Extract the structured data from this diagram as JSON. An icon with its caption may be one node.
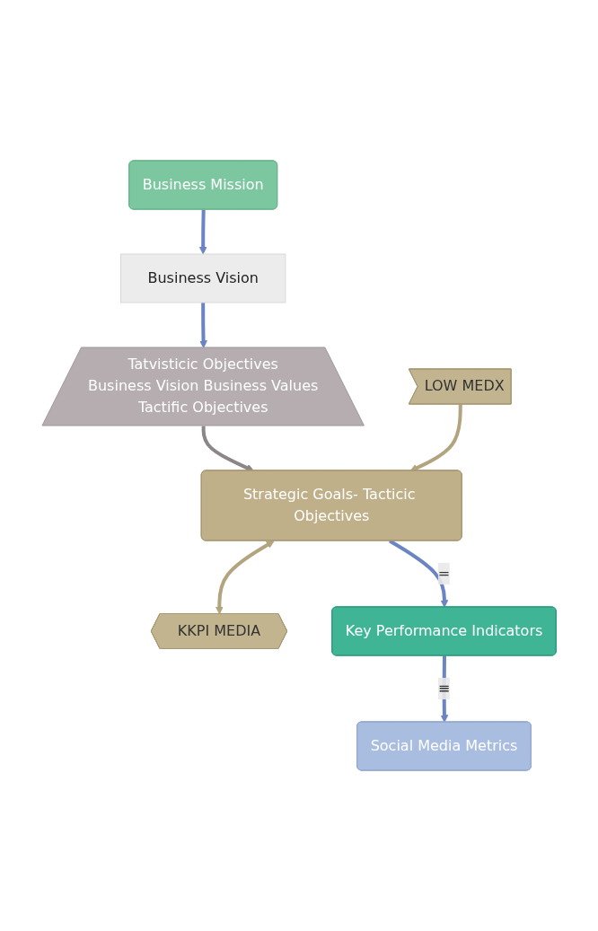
{
  "diagram": {
    "nodes": [
      {
        "text": [
          "Business Mission"
        ]
      },
      {
        "text": [
          "Business Vision"
        ]
      },
      {
        "text": [
          "Tatvisticic Objectives",
          "Business Vision Business Values",
          "Tactific Objectives"
        ]
      },
      {
        "text": [
          "Strategic Goals- Tacticic Objectives"
        ]
      },
      {
        "text": [
          "LOW MEDX"
        ]
      },
      {
        "text": [
          "KKPI MEDIA"
        ]
      },
      {
        "text": [
          "Key Performance Indicators"
        ]
      },
      {
        "text": [
          "Social Media Metrics"
        ]
      }
    ],
    "edges": [
      {
        "from": 0,
        "to": 1,
        "arrow": "to"
      },
      {
        "from": 1,
        "to": 2,
        "arrow": "to"
      },
      {
        "from": 2,
        "to": 3,
        "arrow": "to",
        "color": "#8c8686"
      },
      {
        "from": 4,
        "to": 3,
        "arrow": "to",
        "color": "#b2a47e"
      },
      {
        "from": 3,
        "to": 5,
        "arrow": "both",
        "color": "#b2a47e"
      },
      {
        "from": 3,
        "to": 6,
        "arrow": "to",
        "label": "="
      },
      {
        "from": 6,
        "to": 7,
        "arrow": "to",
        "label": "≡"
      }
    ]
  }
}
